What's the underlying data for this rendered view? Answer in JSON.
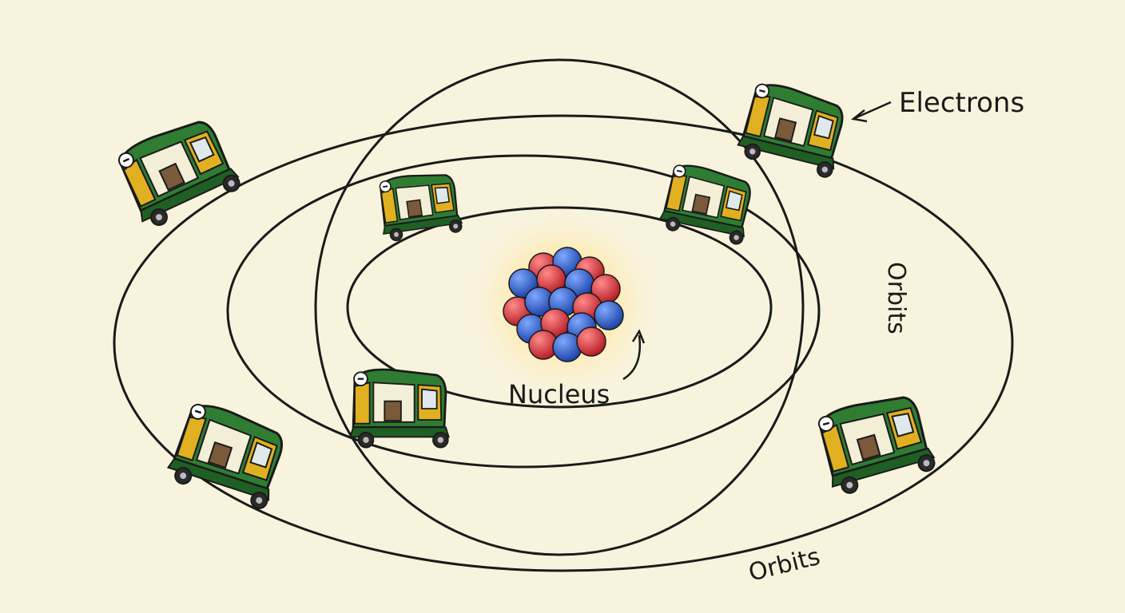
{
  "labels": {
    "electrons": "Electrons",
    "nucleus": "Nucleus",
    "orbits_right": "Orbits",
    "orbits_bottom": "Orbits"
  },
  "colors": {
    "background": "#f8f3dc",
    "line": "#1a1a1a",
    "rickshaw_green": "#2e7d32",
    "rickshaw_yellow": "#e0b020",
    "proton": "#d93838",
    "neutron": "#2f63c9",
    "glow": "#ffc94a"
  },
  "electron_badge": "−",
  "electron_count": 7
}
